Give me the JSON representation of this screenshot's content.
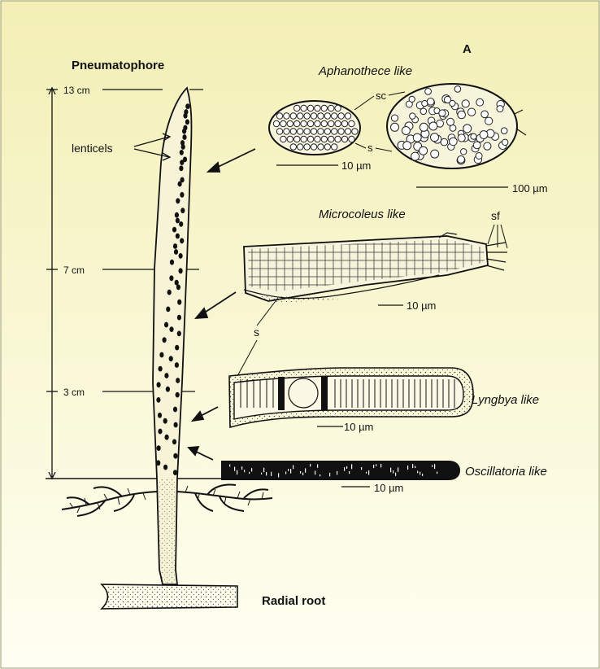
{
  "panel_letter": "A",
  "labels": {
    "pneumatophore": "Pneumatophore",
    "lenticels": "lenticels",
    "radial_root": "Radial root",
    "h13": "13 cm",
    "h7": "7 cm",
    "h3": "3 cm",
    "aphanothece": "Aphanothece like",
    "microcoleus": "Microcoleus like",
    "lyngbya": "Lyngbya like",
    "oscillatoria": "Oscillatoria like",
    "sc": "sc",
    "s_aph": "s",
    "s_sheath": "s",
    "sf": "sf",
    "scale_aph_small": "10 µm",
    "scale_aph_large": "100 µm",
    "scale_micro": "10 µm",
    "scale_lyng": "10 µm",
    "scale_osc": "10 µm"
  },
  "colors": {
    "background_top": "#f3efb5",
    "background_bottom": "#fdfde9",
    "ink": "#111111",
    "border": "#9a9a6a"
  }
}
